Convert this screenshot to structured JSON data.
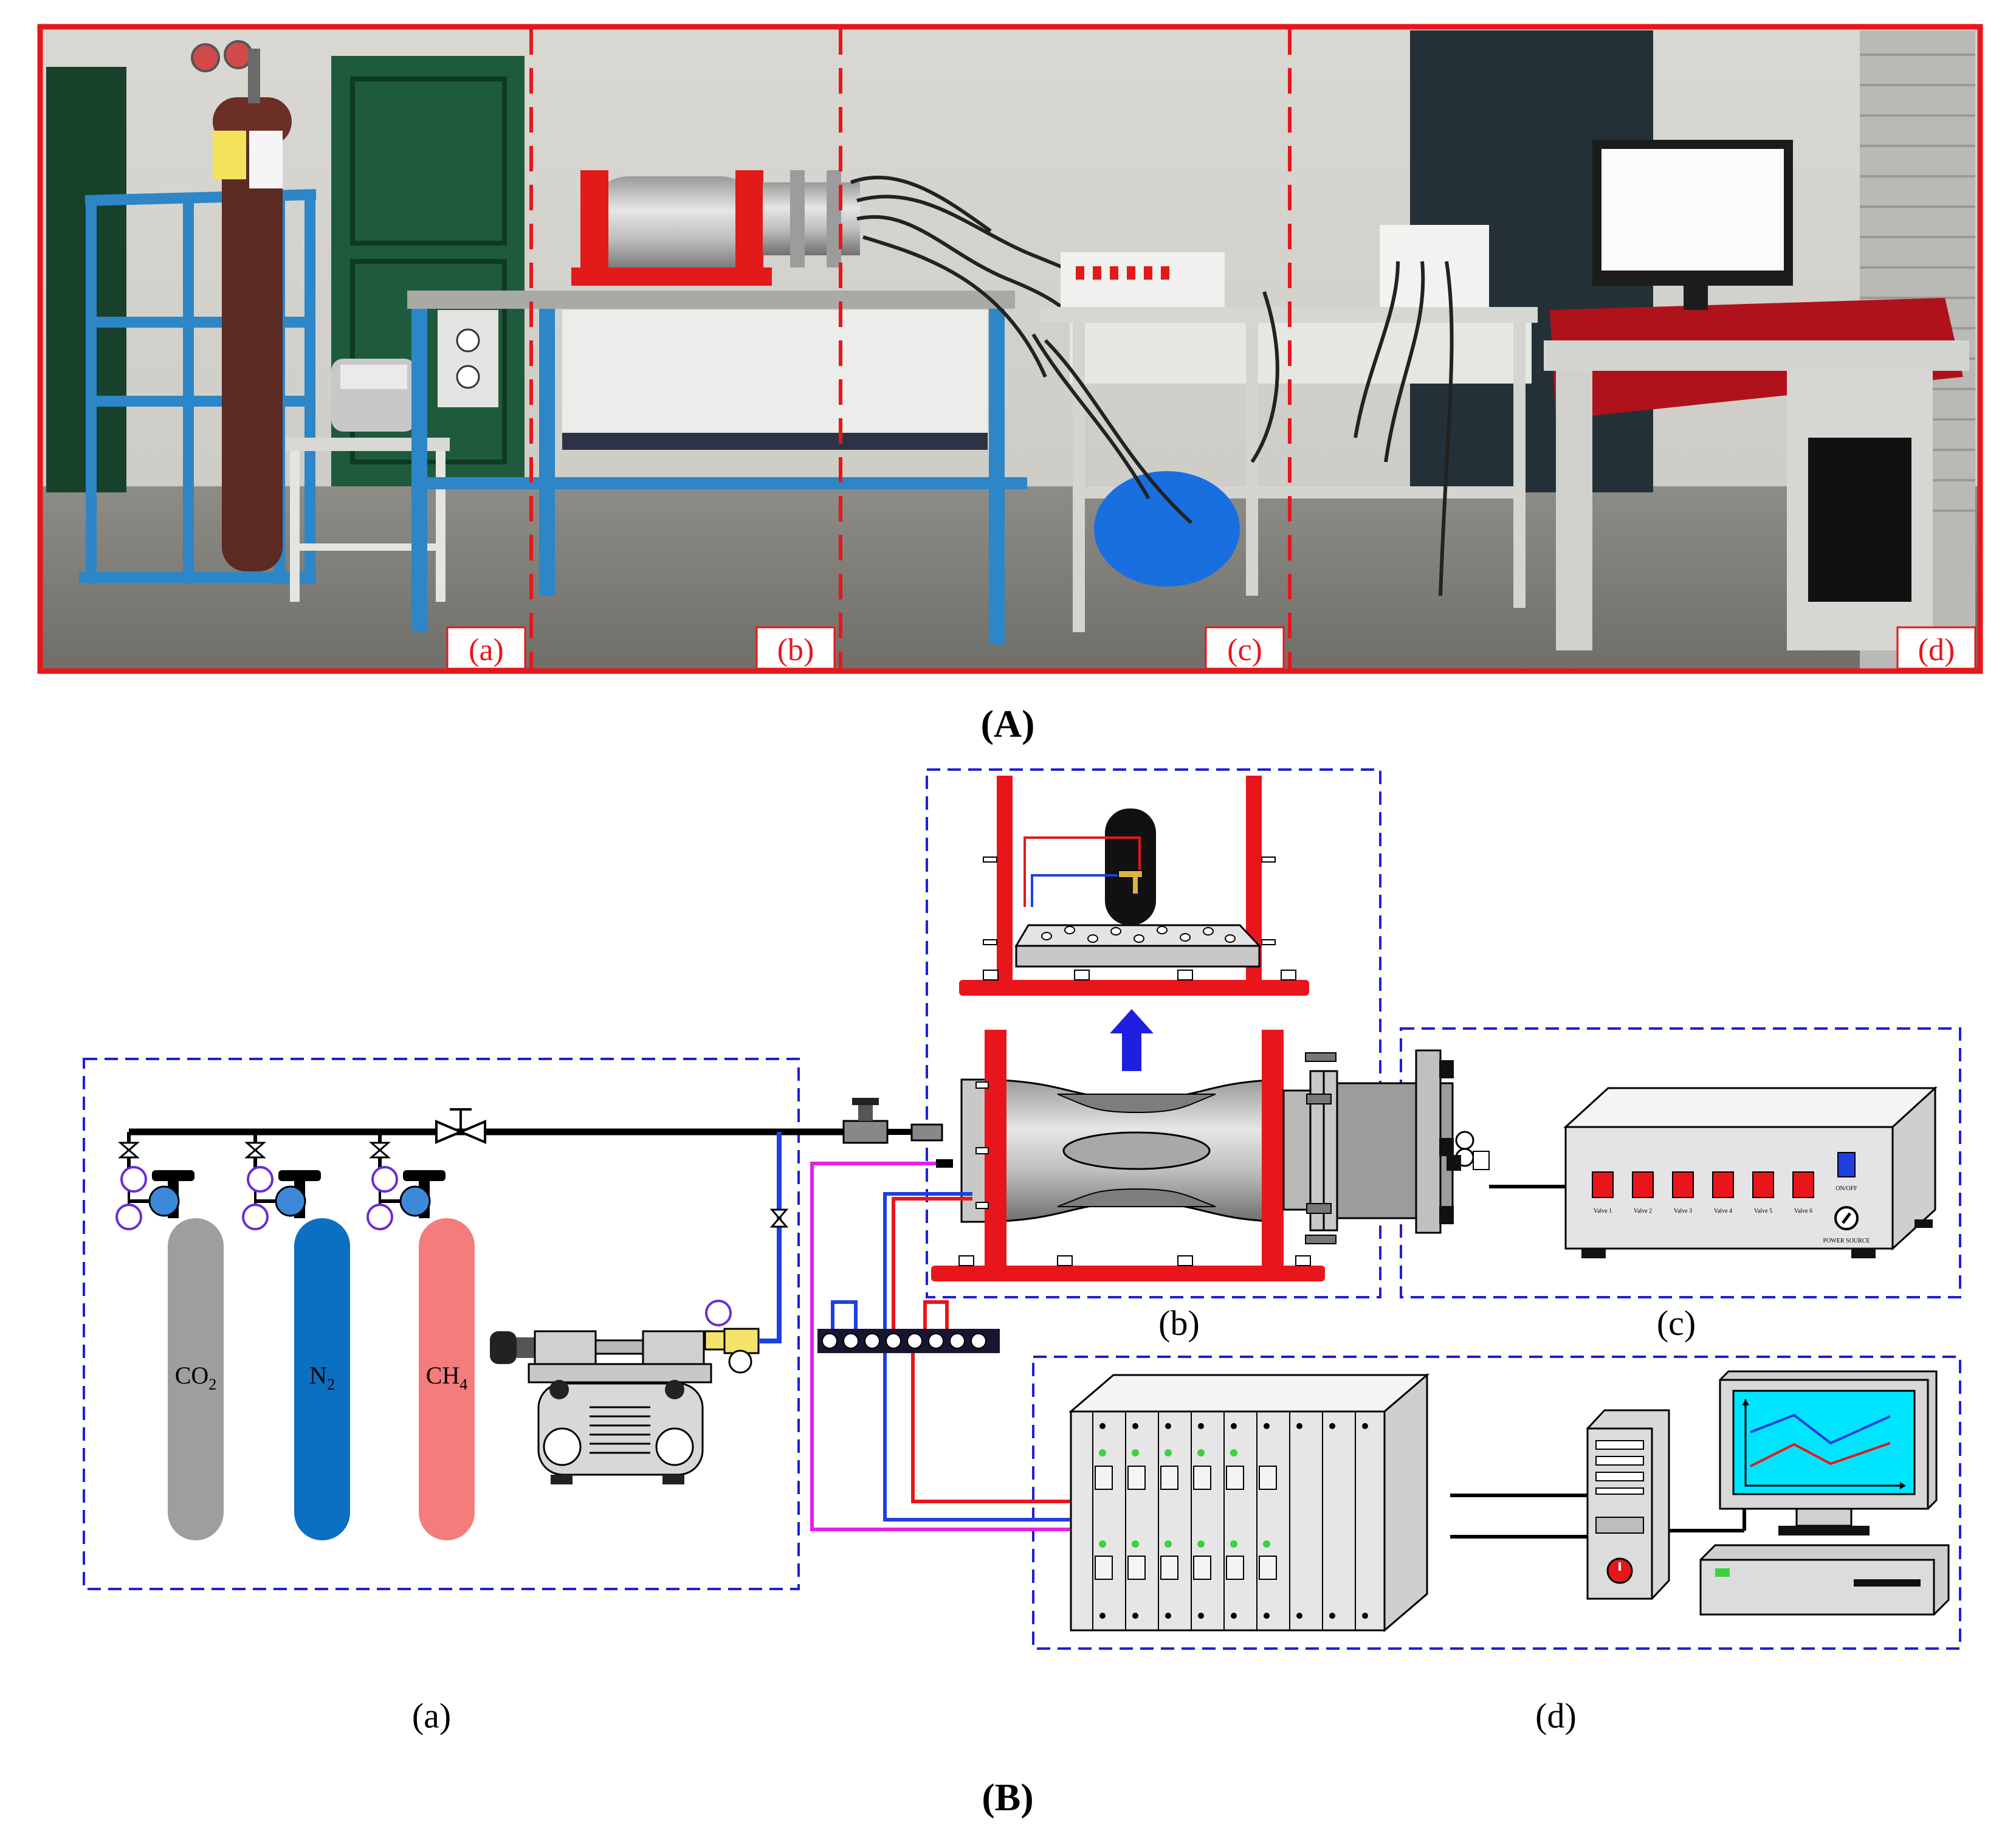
{
  "panel_a": {
    "caption": "(A)",
    "section_labels": [
      "(a)",
      "(b)",
      "(c)",
      "(d)"
    ]
  },
  "panel_b": {
    "caption": "(B)",
    "sub_labels": {
      "a": "(a)",
      "b": "(b)",
      "c": "(c)",
      "d": "(d)"
    },
    "cylinders": [
      {
        "label_main": "CO",
        "label_sub": "2",
        "color": "#9e9e9e"
      },
      {
        "label_main": "N",
        "label_sub": "2",
        "color": "#0b6fc2"
      },
      {
        "label_main": "CH",
        "label_sub": "4",
        "color": "#f47c7c"
      }
    ],
    "controller": {
      "valves": [
        "Valve 1",
        "Valve 2",
        "Valve 3",
        "Valve 4",
        "Valve 5",
        "Valve 6"
      ],
      "switch_label": "ON/OFF",
      "power_label": "POWER SOURCE"
    },
    "colors": {
      "frame_dash": "#1f1fd6",
      "photo_frame": "#e8161b",
      "steel_red": "#e8161b",
      "line_blue": "#1f3fe0",
      "line_red": "#e8161b",
      "line_magenta": "#e81ee8",
      "monitor_screen": "#00e5ff"
    }
  }
}
